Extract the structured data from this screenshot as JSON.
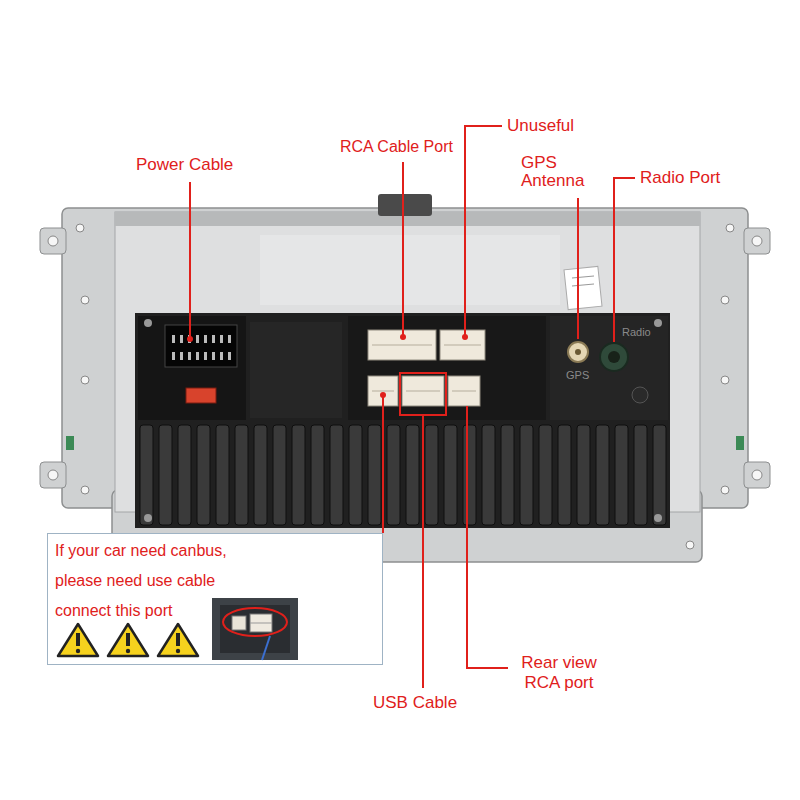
{
  "diagram": {
    "nodes": [
      {
        "text": [
          "If your car need canbus, please need use cable connect this port"
        ]
      }
    ],
    "labels": [
      "Power Cable",
      "RCA Cable Port",
      "Unuseful",
      "GPS Antenna",
      "Radio Port",
      "Radio",
      "GPS",
      "USB Cable",
      "Rear view RCA port"
    ]
  }
}
